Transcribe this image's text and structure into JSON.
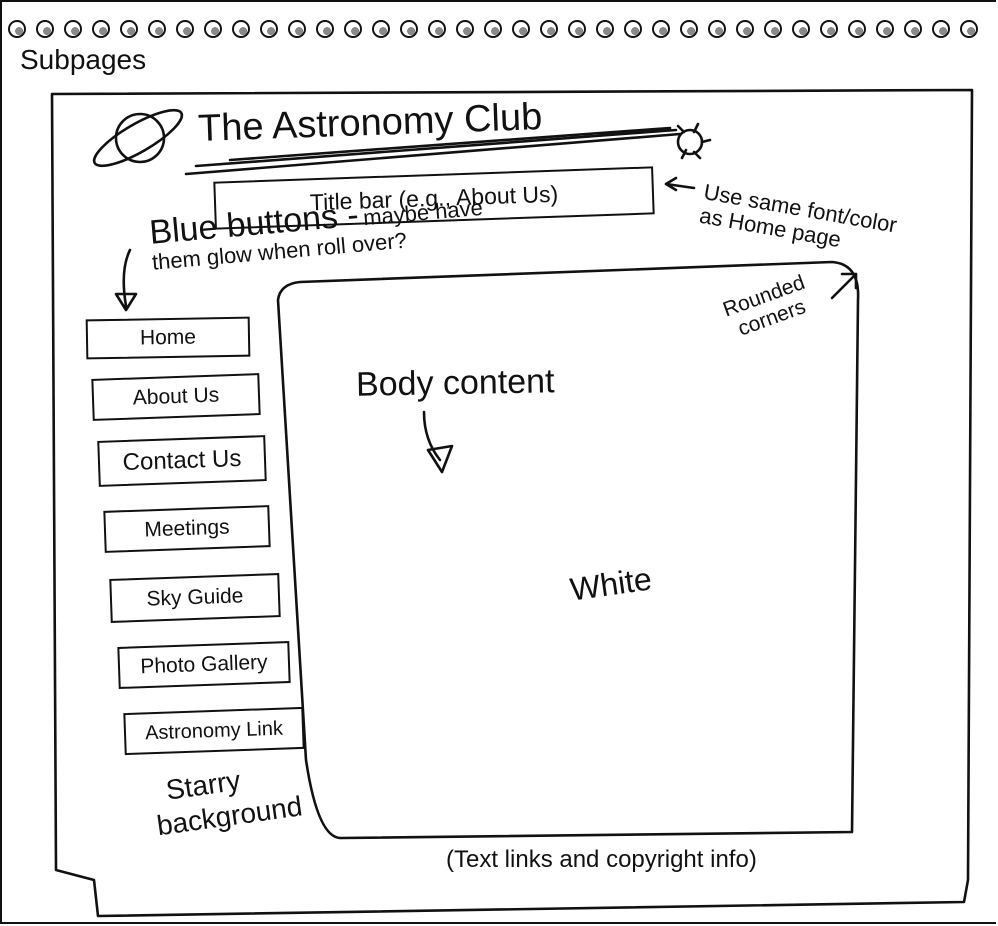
{
  "page_label": "Subpages",
  "header": {
    "title": "The Astronomy Club"
  },
  "title_bar": {
    "label": "Title bar (e.g., About Us)"
  },
  "notes": {
    "font_color_line1": "Use same font/color",
    "font_color_line2": "as Home page",
    "blue_buttons_big": "Blue buttons -",
    "blue_buttons_small": "maybe have",
    "blue_buttons_line2": "them glow when roll over?",
    "rounded_line1": "Rounded",
    "rounded_line2": "corners",
    "body_content": "Body content",
    "white": "White",
    "starry_line1": "Starry",
    "starry_line2": "background",
    "footer": "(Text links and copyright info)"
  },
  "nav": {
    "items": [
      {
        "label": "Home"
      },
      {
        "label": "About Us"
      },
      {
        "label": "Contact Us"
      },
      {
        "label": "Meetings"
      },
      {
        "label": "Sky Guide"
      },
      {
        "label": "Photo Gallery"
      },
      {
        "label": "Astronomy Link"
      }
    ]
  },
  "icons": [
    "planet-icon",
    "comet-icon"
  ]
}
